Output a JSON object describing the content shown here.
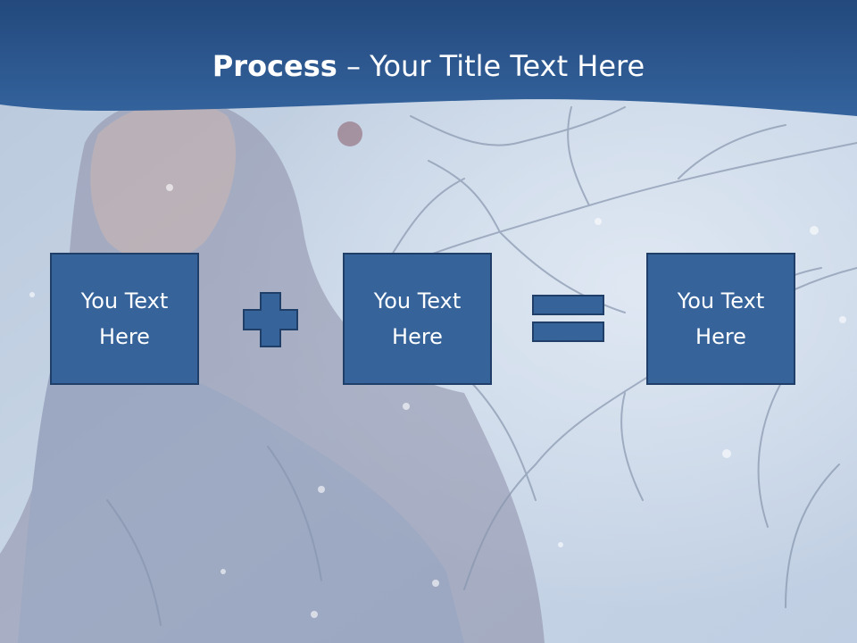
{
  "slide": {
    "title_bold": "Process",
    "title_rest": " – Your Title Text Here",
    "boxes": [
      {
        "text": "You Text Here"
      },
      {
        "text": "You Text Here"
      },
      {
        "text": "You Text Here"
      }
    ],
    "operators": [
      "plus-icon",
      "equals-icon"
    ],
    "colors": {
      "header": "#2e5a94",
      "box_fill": "#35639a",
      "box_border": "#1f3f68",
      "text": "#ffffff",
      "background": "#c9d6e6"
    }
  }
}
